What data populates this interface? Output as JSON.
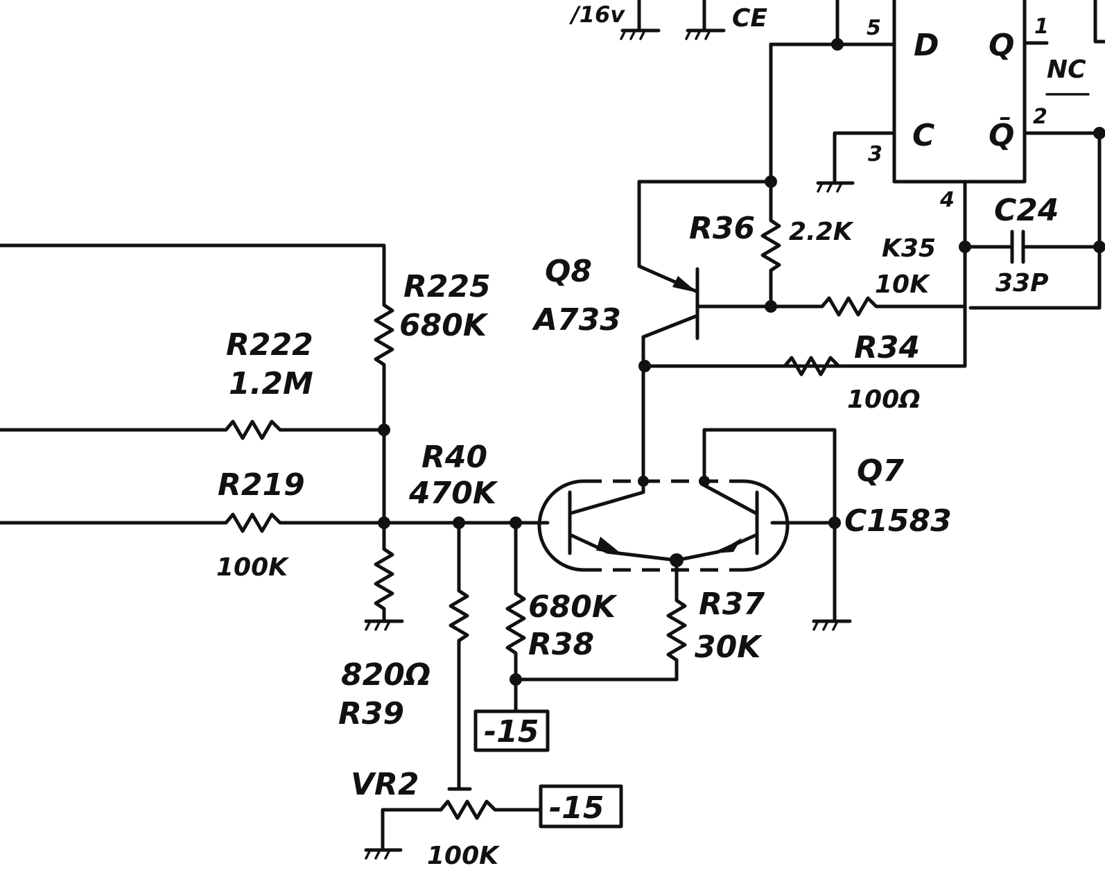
{
  "labels": {
    "ce": "CE",
    "v16": "/16v",
    "pin5": "5",
    "pin3": "3",
    "pin1": "1",
    "pin2": "2",
    "pin4": "4",
    "ff_d": "D",
    "ff_c": "C",
    "ff_q": "Q",
    "ff_qbar": "Q̄",
    "nc": "NC",
    "r36": "R36",
    "r36_val": "2.2K",
    "r35": "K35",
    "r35_val": "10K",
    "c24": "C24",
    "c24_val": "33P",
    "q8": "Q8",
    "q8_part": "A733",
    "r34": "R34",
    "r34_val": "100Ω",
    "r225": "R225",
    "r225_val": "680K",
    "r222": "R222",
    "r222_val": "1.2M",
    "r219": "R219",
    "r219_val": "100K",
    "r40": "R40",
    "r40_val": "470K",
    "q7": "Q7",
    "q7_part": "C1583",
    "r38_val": "680K",
    "r38": "R38",
    "r37": "R37",
    "r37_val": "30K",
    "r39_val": "820Ω",
    "r39": "R39",
    "supply_a": "-15",
    "supply_b": "-15",
    "vr2": "VR2",
    "vr2_val": "100K"
  }
}
